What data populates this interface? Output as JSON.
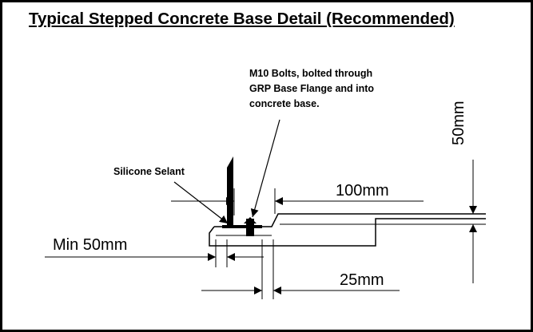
{
  "title": "Typical Stepped Concrete Base Detail (Recommended)",
  "labels": {
    "bolts_line1": "M10 Bolts, bolted through",
    "bolts_line2": "GRP Base Flange and into",
    "bolts_line3": "concrete base.",
    "silicone": "Silicone Selant",
    "dim_100": "100mm",
    "dim_50": "50mm",
    "dim_min50": "Min 50mm",
    "dim_25": "25mm"
  }
}
